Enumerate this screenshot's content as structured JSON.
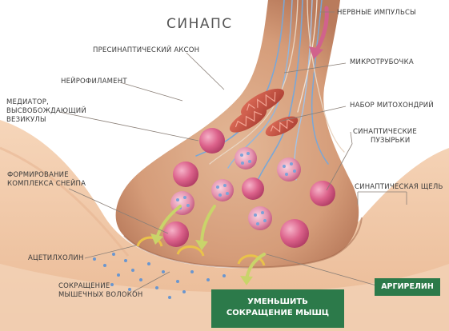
{
  "title": "СИНАПС",
  "labels": {
    "nerve_impulses": "НЕРВНЫЕ ИМПУЛЬСЫ",
    "presynaptic_axon": "ПРЕСИНАПТИЧЕСКИЙ АКСОН",
    "microtubule": "МИКРОТРУБОЧКА",
    "neurofilament": "НЕЙРОФИЛАМЕНТ",
    "mediator_line1": "МЕДИАТОР,",
    "mediator_line2": "ВЫСВОБОЖДАЮЩИЙ",
    "mediator_line3": "ВЕЗИКУЛЫ",
    "mitochondria": "НАБОР МИТОХОНДРИЙ",
    "vesicles_line1": "СИНАПТИЧЕСКИЕ",
    "vesicles_line2": "ПУЗЫРЬКИ",
    "snare_line1": "ФОРМИРОВАНИЕ",
    "snare_line2": "КОМПЛЕКСА СНЕЙПА",
    "cleft": "СИНАПТИЧЕСКАЯ ЩЕЛЬ",
    "acetylcholine": "АЦЕТИЛХОЛИН",
    "contraction_line1": "СОКРАЩЕНИЕ",
    "contraction_line2": "МЫШЕЧНЫХ ВОЛОКОН"
  },
  "badges": {
    "argireline": "АРГИРЕЛИН",
    "reduce_line1": "УМЕНЬШИТЬ",
    "reduce_line2": "СОКРАЩЕНИЕ МЫШЦ"
  },
  "colors": {
    "terminal": "#d9a583",
    "muscle": "#f1c9a8",
    "vesicle": "#d14f78",
    "badge": "#2c7a4a",
    "arrow": "#c9d46a",
    "impulse_arrow": "#d1628c"
  }
}
